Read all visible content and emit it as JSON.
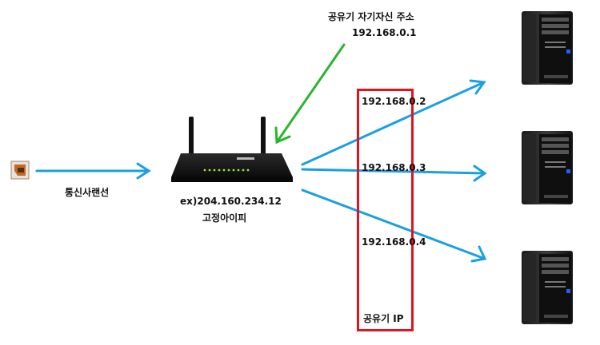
{
  "colors": {
    "connection_arrow": "#1aa0e0",
    "self_address_arrow": "#2bb52e",
    "ip_box_border": "#e0141e"
  },
  "labels": {
    "router_self_title": "공유기 자기자신 주소",
    "router_self_ip": "192.168.0.1",
    "isp_line": "통신사랜선",
    "public_ip": "ex)204.160.234.12",
    "public_ip_caption": "고정아이피",
    "router_ip_caption": "공유기 IP"
  },
  "private_ips": [
    "192.168.0.2",
    "192.168.0.3",
    "192.168.0.4"
  ],
  "icons": {
    "wall_jack": "ethernet-wall-jack-icon",
    "router": "wifi-router-icon",
    "computer": "desktop-tower-pc-icon"
  }
}
